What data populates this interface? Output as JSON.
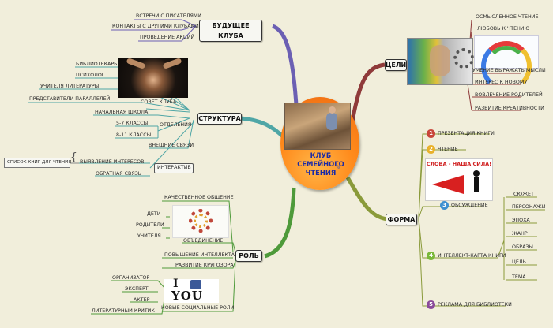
{
  "center": {
    "title": "КЛУБ СЕМЕЙНОГО ЧТЕНИЯ"
  },
  "branches": {
    "future": {
      "label": "БУДУЩЕЕ КЛУБА",
      "items": [
        "ВСТРЕЧИ С ПИСАТЕЛЯМИ",
        "КОНТАКТЫ С ДРУГИМИ КЛУБАМИ",
        "ПРОВЕДЕНИЕ АКЦИЙ"
      ]
    },
    "structure": {
      "label": "СТРУКТУРА",
      "council": {
        "label": "СОВЕТ КЛУБА",
        "items": [
          "БИБЛИОТЕКАРЬ",
          "ПСИХОЛОГ",
          "УЧИТЕЛЯ ЛИТЕРАТУРЫ",
          "ПРЕДСТАВИТЕЛИ ПАРАЛЛЕЛЕЙ"
        ]
      },
      "departments": {
        "label": "ОТДЕЛЕНИЯ",
        "items": [
          "НАЧАЛЬНАЯ ШКОЛА",
          "5-7 КЛАССЫ",
          "8-11 КЛАССЫ"
        ]
      },
      "external": "ВНЕШНИЕ СВЯЗИ",
      "interactive": {
        "label": "ИНТЕРАКТИВ",
        "items": [
          "ВЫЯВЛЕНИЕ ИНТЕРЕСОВ",
          "ОБРАТНАЯ СВЯЗЬ"
        ],
        "book_list": "СПИСОК КНИГ ДЛЯ ЧТЕНИЯ"
      }
    },
    "role": {
      "label": "РОЛЬ",
      "quality": "КАЧЕСТВЕННОЕ ОБЩЕНИЕ",
      "association": {
        "label": "ОБЪЕДИНЕНИЕ",
        "items": [
          "ДЕТИ",
          "РОДИТЕЛИ",
          "УЧИТЕЛЯ"
        ]
      },
      "intellect": "ПОВЫШЕНИЕ ИНТЕЛЛЕКТА",
      "outlook": "РАЗВИТИЕ КРУГОЗОРА",
      "social": {
        "label": "НОВЫЕ СОЦИАЛЬНЫЕ РОЛИ",
        "items": [
          "ОРГАНИЗАТОР",
          "ЭКСПЕРТ",
          "АКТЕР",
          "ЛИТЕРАТУРНЫЙ КРИТИК"
        ]
      },
      "i_love_you": {
        "top": "I",
        "bottom": "YOU"
      }
    },
    "goals": {
      "label": "ЦЕЛИ",
      "items": [
        "ОСМЫСЛЕННОЕ ЧТЕНИЕ",
        "ЛЮБОВЬ К ЧТЕНИЮ",
        "УМЕНИЕ ВЫРАЖАТЬ МЫСЛИ",
        "ИНТЕРЕС К НОВОМУ",
        "ВОВЛЕЧЕНИЕ РОДИТЕЛЕЙ",
        "РАЗВИТИЕ КРЕАТИВНОСТИ"
      ]
    },
    "form": {
      "label": "ФОРМА",
      "items": [
        {
          "num": "1",
          "label": "ПРЕЗЕНТАЦИЯ КНИГИ"
        },
        {
          "num": "2",
          "label": "ЧТЕНИЕ"
        },
        {
          "num": "3",
          "label": "ОБСУЖДЕНИЕ"
        },
        {
          "num": "4",
          "label": "ИНТЕЛЛЕКТ-КАРТА КНИГИ"
        },
        {
          "num": "5",
          "label": "РЕКЛАМА ДЛЯ БИБЛИОТЕКИ"
        }
      ],
      "slogan": "СЛОВА - НАША СИЛА!",
      "mindmap_items": [
        "СЮЖЕТ",
        "ПЕРСОНАЖИ",
        "ЭПОХА",
        "ЖАНР",
        "ОБРАЗЫ",
        "ЦЕЛЬ",
        "ТЕМА"
      ]
    }
  },
  "colors": {
    "future": "#6b5fb3",
    "structure": "#4fa6a6",
    "role": "#4e9a3a",
    "goals": "#8f3a3a",
    "form": "#8a9a3a",
    "center": "#ff8b1c",
    "badge1": "#c8453a",
    "badge2": "#e8b12a",
    "badge3": "#3d8fd0",
    "badge4": "#7ab83a",
    "badge5": "#8a4a9a"
  }
}
